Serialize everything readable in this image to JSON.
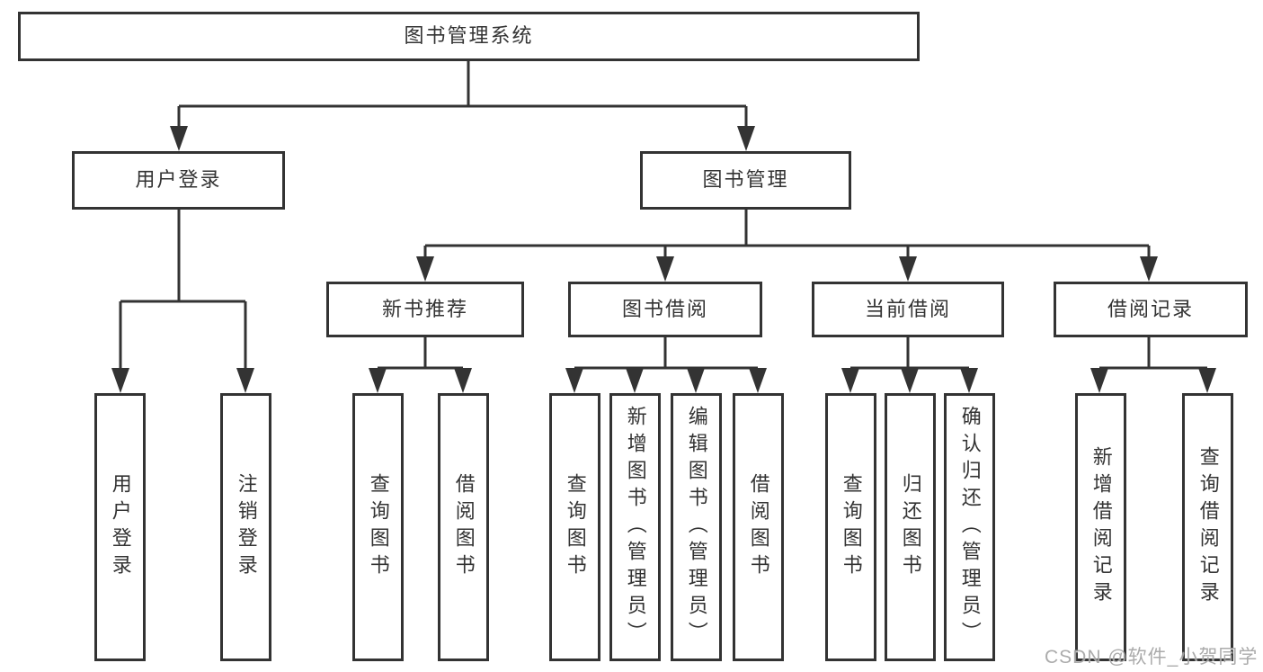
{
  "watermark": "CSDN @软件_小贺同学",
  "colors": {
    "line": "#333333",
    "text": "#333333",
    "box_fill": "#ffffff",
    "background": "#ffffff",
    "watermark": "#a3a3a3"
  },
  "nodes": {
    "root": {
      "label": "图书管理系统"
    },
    "user_login": {
      "label": "用户登录"
    },
    "book_mgmt": {
      "label": "图书管理"
    },
    "login": {
      "label": "用户登录"
    },
    "logout": {
      "label": "注销登录"
    },
    "new_book_rec": {
      "label": "新书推荐"
    },
    "book_borrow": {
      "label": "图书借阅"
    },
    "current_borrow": {
      "label": "当前借阅"
    },
    "borrow_record": {
      "label": "借阅记录"
    },
    "nbr_query": {
      "label": "查询图书"
    },
    "nbr_borrow": {
      "label": "借阅图书"
    },
    "bb_query": {
      "label": "查询图书"
    },
    "bb_add": {
      "label": "新增图书（管理员）"
    },
    "bb_edit": {
      "label": "编辑图书（管理员）"
    },
    "bb_borrow": {
      "label": "借阅图书"
    },
    "cb_query": {
      "label": "查询图书"
    },
    "cb_return": {
      "label": "归还图书"
    },
    "cb_confirm": {
      "label": "确认归还（管理员）"
    },
    "br_add": {
      "label": "新增借阅记录"
    },
    "br_query": {
      "label": "查询借阅记录"
    }
  }
}
